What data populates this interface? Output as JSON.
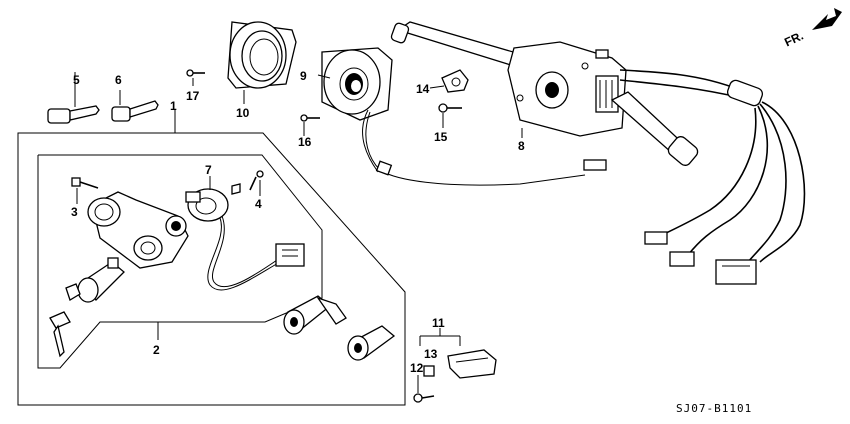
{
  "diagram": {
    "direction_label": "FR.",
    "drawing_code": "SJ07-B1101",
    "callouts": [
      {
        "id": "c1",
        "text": "1"
      },
      {
        "id": "c2",
        "text": "2"
      },
      {
        "id": "c3",
        "text": "3"
      },
      {
        "id": "c4",
        "text": "4"
      },
      {
        "id": "c5",
        "text": "5"
      },
      {
        "id": "c6",
        "text": "6"
      },
      {
        "id": "c7",
        "text": "7"
      },
      {
        "id": "c8",
        "text": "8"
      },
      {
        "id": "c9",
        "text": "9"
      },
      {
        "id": "c10",
        "text": "10"
      },
      {
        "id": "c11",
        "text": "11"
      },
      {
        "id": "c12",
        "text": "12"
      },
      {
        "id": "c13",
        "text": "13"
      },
      {
        "id": "c14",
        "text": "14"
      },
      {
        "id": "c15",
        "text": "15"
      },
      {
        "id": "c16",
        "text": "16"
      },
      {
        "id": "c17",
        "text": "17"
      }
    ]
  }
}
